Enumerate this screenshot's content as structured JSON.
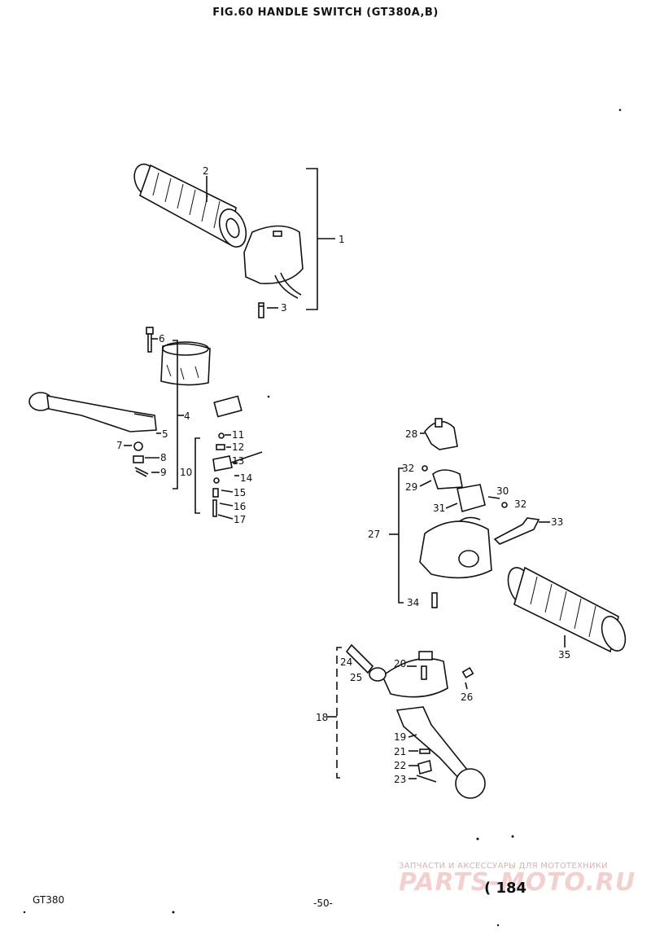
{
  "title": "FIG.60  HANDLE SWITCH (GT380A,B)",
  "labels": {
    "l1": "1",
    "l2": "2",
    "l3": "3",
    "l4": "4",
    "l5": "5",
    "l6": "6",
    "l7": "7",
    "l8": "8",
    "l9": "9",
    "l10": "10",
    "l11": "11",
    "l12": "12",
    "l13": "13",
    "l14": "14",
    "l15": "15",
    "l16": "16",
    "l17": "17",
    "l18": "18",
    "l19": "19",
    "l20": "20",
    "l21": "21",
    "l22": "22",
    "l23": "23",
    "l24": "24",
    "l25": "25",
    "l26": "26",
    "l27": "27",
    "l28": "28",
    "l29": "29",
    "l30": "30",
    "l31": "31",
    "l32a": "32",
    "l32b": "32",
    "l33": "33",
    "l34": "34",
    "l35": "35"
  },
  "footer": {
    "model": "GT380",
    "page": "-50-",
    "ref": "( 184"
  },
  "watermark": {
    "tagline": "ЗАПЧАСТИ И АКСЕССУАРЫ ДЛЯ МОТОТЕХНИКИ",
    "logo": "PARTS-MOTO.RU"
  }
}
